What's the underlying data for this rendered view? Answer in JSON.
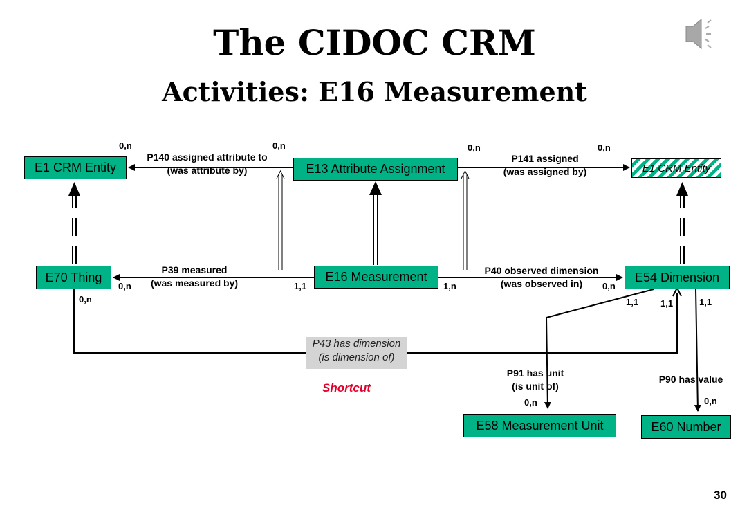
{
  "title": "The CIDOC CRM",
  "subtitle": "Activities: E16 Measurement",
  "entities": {
    "e1": "E1 CRM Entity",
    "e13": "E13 Attribute Assignment",
    "e1_right": "E1 CRM Entity",
    "e70": "E70 Thing",
    "e16": "E16 Measurement",
    "e54": "E54 Dimension",
    "e58": "E58 Measurement Unit",
    "e60": "E60 Number"
  },
  "properties": {
    "p140_line1": "P140 assigned attribute to",
    "p140_line2": "(was attribute by)",
    "p141_line1": "P141 assigned",
    "p141_line2": "(was assigned by)",
    "p39_line1": "P39 measured",
    "p39_line2": "(was measured by)",
    "p40_line1": "P40 observed dimension",
    "p40_line2": "(was observed in)",
    "p43_line1": "P43 has dimension",
    "p43_line2": "(is dimension of)",
    "p91_line1": "P91 has unit",
    "p91_line2": "(is unit of)",
    "p90": "P90 has value"
  },
  "cardinalities": {
    "c1": "0,n",
    "c2": "0,n",
    "c3": "0,n",
    "c4": "0,n",
    "c5": "0,n",
    "c6": "1,1",
    "c7": "1,n",
    "c8": "0,n",
    "c9": "0,n",
    "c10": "1,1",
    "c11": "1,1",
    "c12": "1,1",
    "c13": "0,n",
    "c14": "0,n"
  },
  "shortcut": "Shortcut",
  "page_number": "30",
  "icons": [
    "speaker-icon"
  ],
  "colors": {
    "entity_fill": "#00b386",
    "shortcut_text": "#e3002b",
    "shortcut_box": "#d4d4d4"
  }
}
